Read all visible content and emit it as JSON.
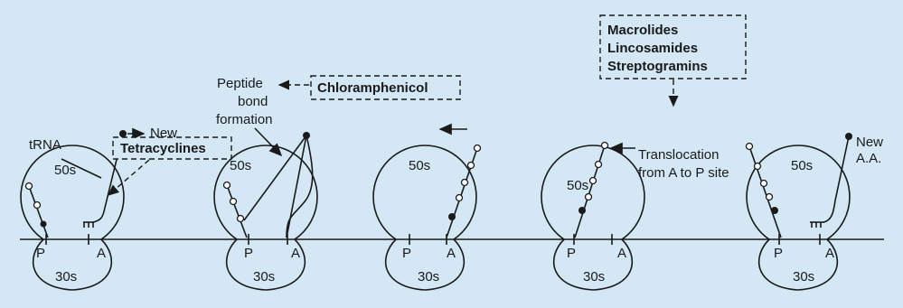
{
  "ribosome": {
    "large_label": "50s",
    "small_label": "30s",
    "p_site": "P",
    "a_site": "A"
  },
  "labels": {
    "trna": "tRNA",
    "new_aa_1": "New",
    "new_aa_2": "A.A.",
    "peptide_1": "Peptide",
    "peptide_2": "bond",
    "peptide_3": "formation",
    "transloc_1": "Translocation",
    "transloc_2": "from A to P site"
  },
  "drugs": {
    "tetracyclines": "Tetracyclines",
    "chloramphenicol": "Chloramphenicol",
    "macrolides": "Macrolides",
    "lincosamides": "Lincosamides",
    "streptogramins": "Streptogramins"
  },
  "colors": {
    "background": "#d4e7f5",
    "ink": "#1a1a1a"
  }
}
